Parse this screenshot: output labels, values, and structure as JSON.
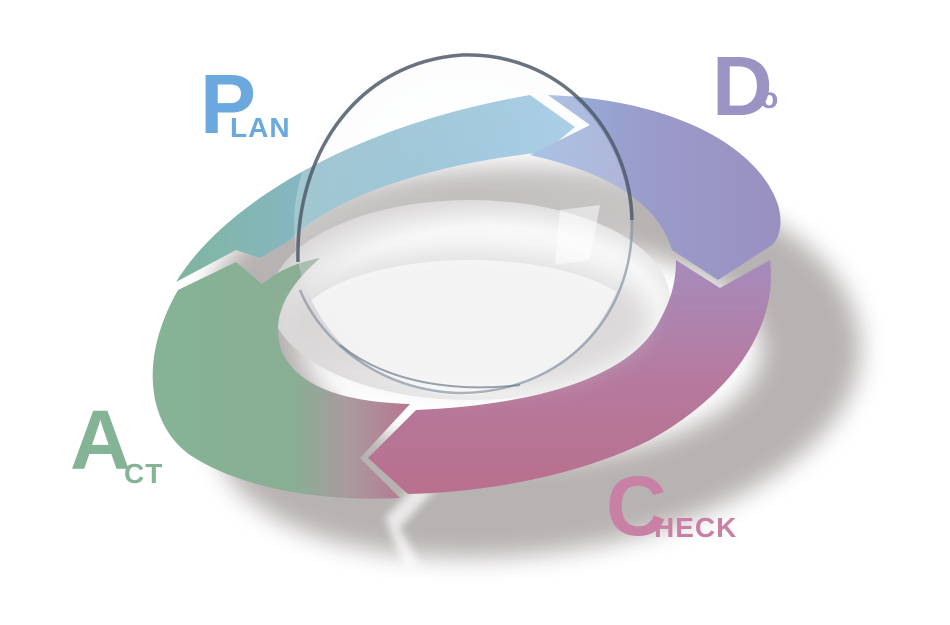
{
  "diagram": {
    "type": "PDCA cycle",
    "colors": {
      "plan": "#6aa8dd",
      "do": "#9a93c4",
      "check": "#c880a4",
      "act": "#84b396",
      "segment_plan": "#8fbedc",
      "segment_do": "#9b97c6",
      "segment_check": "#b8738f",
      "segment_act": "#86b394",
      "shadow": "#b4afae",
      "lens_rim": "#4f5a6a"
    },
    "stages": [
      {
        "id": "plan",
        "initial": "P",
        "rest": "LAN"
      },
      {
        "id": "do",
        "initial": "D",
        "rest": "o"
      },
      {
        "id": "check",
        "initial": "C",
        "rest": "HECK"
      },
      {
        "id": "act",
        "initial": "A",
        "rest": "CT"
      }
    ],
    "center_object": "glass lens"
  }
}
